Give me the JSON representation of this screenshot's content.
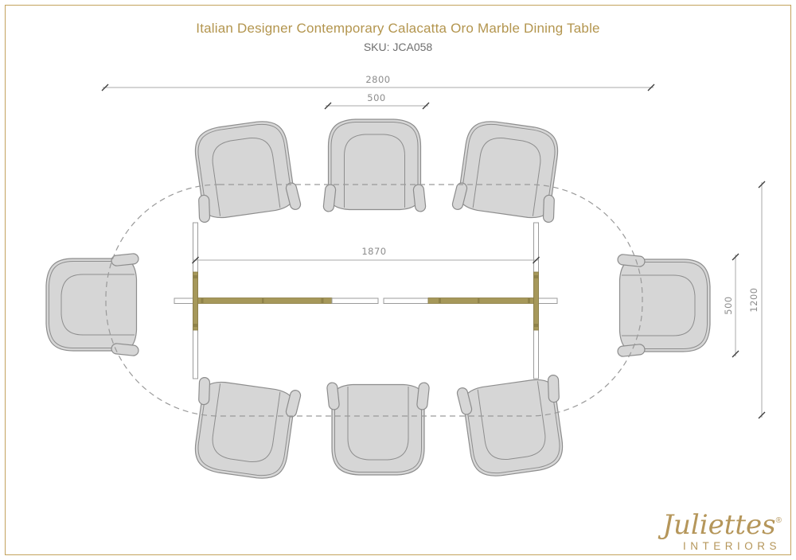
{
  "header": {
    "title": "Italian Designer Contemporary Calacatta Oro Marble Dining Table",
    "sku": "SKU: JCA058"
  },
  "dimensions": {
    "overall_length": "2800",
    "top_chair_width": "500",
    "base_length": "1870",
    "end_chair_width": "500",
    "overall_width": "1200"
  },
  "drawing": {
    "type": "furniture-plan-view",
    "chair_count": 8,
    "chair_fill_color": "#d6d6d6",
    "chair_stroke_color": "#8d8d8d",
    "brass_color": "#a6985a",
    "tabletop_outline": "dashed-oval",
    "dim_line_color": "#a8a8a8"
  },
  "page": {
    "background": "#ffffff",
    "border_color": "#c3a25d",
    "accent_gold": "#b3954e"
  },
  "logo": {
    "script": "Juliettes",
    "registered": "®",
    "caps": "INTERIORS"
  }
}
